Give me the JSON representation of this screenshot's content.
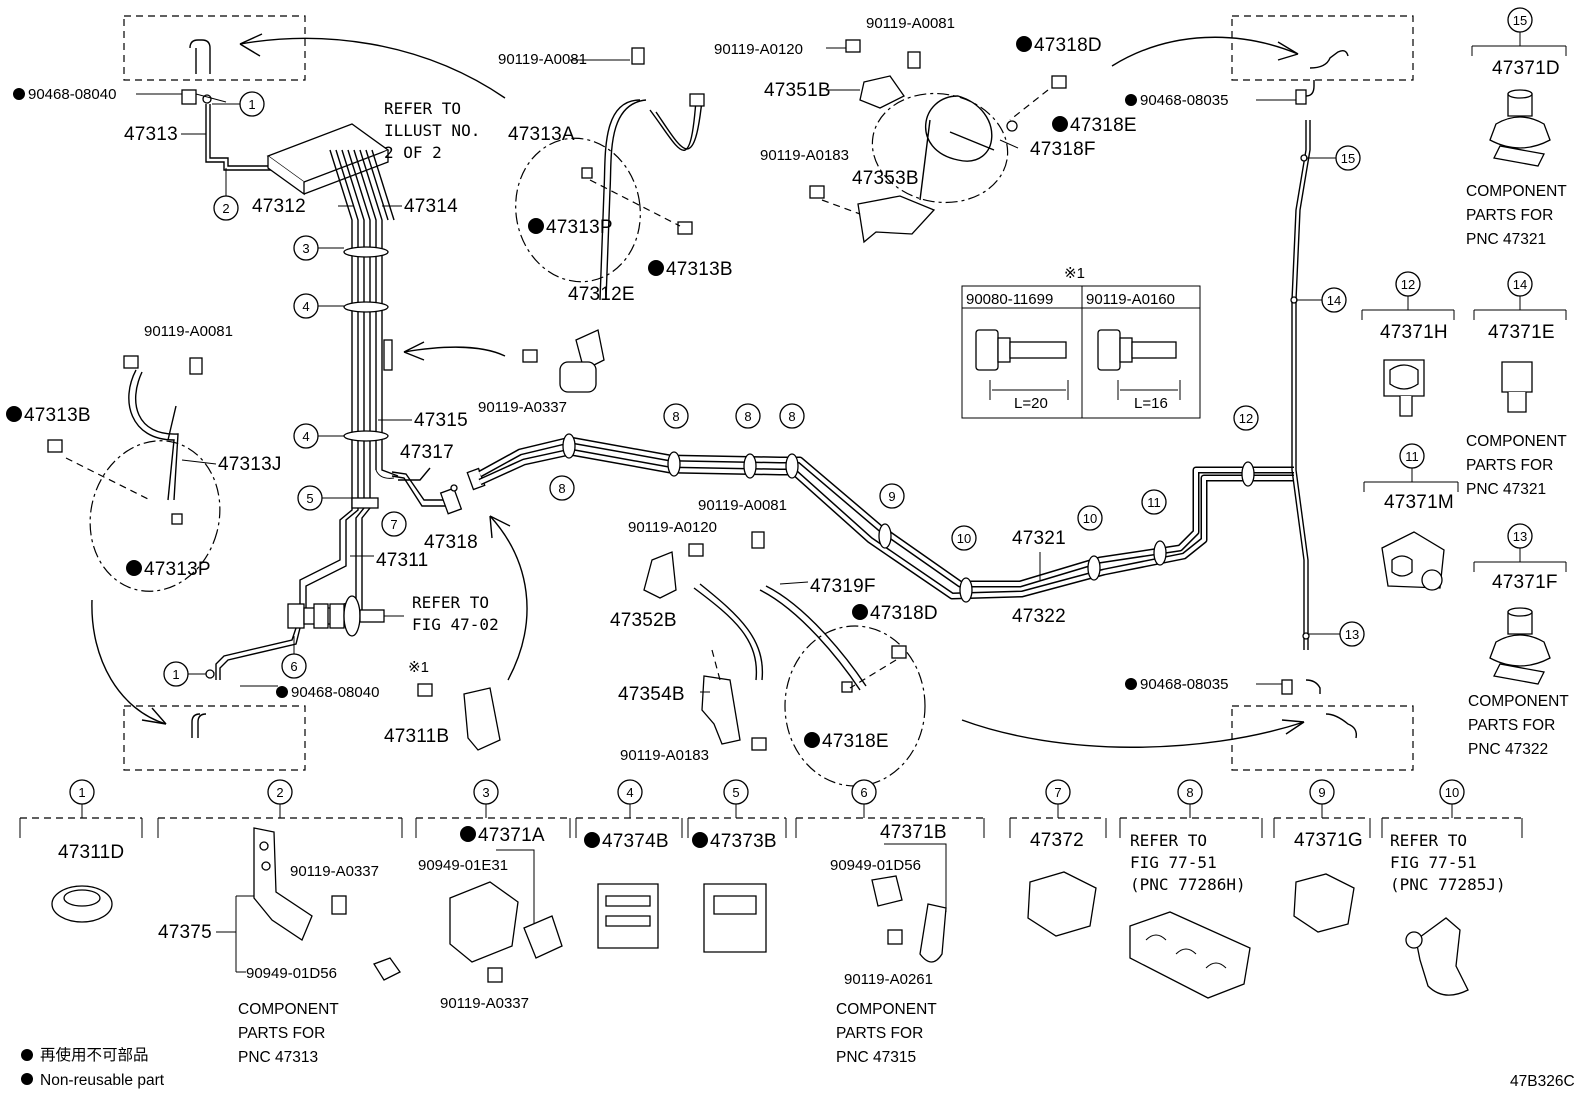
{
  "bullet_labels": {
    "p90468_08040_top": "90468-08040",
    "p90468_08040_bot": "90468-08040",
    "p90468_08035_top": "90468-08035",
    "p90468_08035_bot": "90468-08035",
    "p47318D_top": "47318D",
    "p47318E_top": "47318E",
    "p47313P_top": "47313P",
    "p47313B_top": "47313B",
    "p47313B_left": "47313B",
    "p47313P_left": "47313P",
    "p47318D_mid": "47318D",
    "p47318E_mid": "47318E",
    "p47371A": "47371A",
    "p47374B": "47374B",
    "p47373B": "47373B"
  },
  "labels": {
    "p47313": "47313",
    "p47312": "47312",
    "p47314": "47314",
    "p47315": "47315",
    "p47317": "47317",
    "p47318": "47318",
    "p47311": "47311",
    "p47311B": "47311B",
    "p47313A": "47313A",
    "p47312E": "47312E",
    "p47313J": "47313J",
    "p47351B": "47351B",
    "p47353B": "47353B",
    "p47318F": "47318F",
    "p47319F": "47319F",
    "p47352B": "47352B",
    "p47354B": "47354B",
    "p47321": "47321",
    "p47322": "47322",
    "p47371D": "47371D",
    "p47371H": "47371H",
    "p47371E": "47371E",
    "p47371M": "47371M",
    "p47371F": "47371F",
    "p47311D": "47311D",
    "p47375": "47375",
    "p47371B": "47371B",
    "p47372": "47372",
    "p47371G": "47371G"
  },
  "small_labels": {
    "s_a0081_top": "90119-A0081",
    "s_a0081_mid": "90119-A0081",
    "s_a0081_right": "90119-A0081",
    "s_a0081_center": "90119-A0081",
    "s_a0120_top": "90119-A0120",
    "s_a0120_mid": "90119-A0120",
    "s_a0183_top": "90119-A0183",
    "s_a0183_bot": "90119-A0183",
    "s_a0337_mid": "90119-A0337",
    "s_a0337_b2": "90119-A0337",
    "s_a0337_b3": "90119-A0337",
    "s_01e31": "90949-01E31",
    "s_01d56_b2": "90949-01D56",
    "s_01d56_b6": "90949-01D56",
    "s_a0261": "90119-A0261"
  },
  "notes": {
    "refer_illust_1": "REFER TO",
    "refer_illust_2": "ILLUST NO.",
    "refer_illust_3": "2 OF 2",
    "refer_fig4702_1": "REFER TO",
    "refer_fig4702_2": "FIG 47-02",
    "ref_box8_1": "REFER TO",
    "ref_box8_2": "FIG 77-51",
    "ref_box8_3": "(PNC 77286H)",
    "ref_box10_1": "REFER TO",
    "ref_box10_2": "FIG 77-51",
    "ref_box10_3": "(PNC 77285J)"
  },
  "mark_x1": "※1",
  "mark_x1_b": "※1",
  "bolt_table": {
    "col1": "90080-11699",
    "col2": "90119-A0160",
    "len1": "L=20",
    "len2": "L=16"
  },
  "component_notes": {
    "c47321_a1": "COMPONENT",
    "c47321_a2": "PARTS FOR",
    "c47321_a3": "PNC 47321",
    "c47321_b1": "COMPONENT",
    "c47321_b2": "PARTS FOR",
    "c47321_b3": "PNC 47321",
    "c47322_1": "COMPONENT",
    "c47322_2": "PARTS FOR",
    "c47322_3": "PNC 47322",
    "c47313_1": "COMPONENT",
    "c47313_2": "PARTS FOR",
    "c47313_3": "PNC 47313",
    "c47315_1": "COMPONENT",
    "c47315_2": "PARTS FOR",
    "c47315_3": "PNC 47315"
  },
  "callouts": {
    "c1a": "1",
    "c2a": "2",
    "c3a": "3",
    "c4a": "4",
    "c4b": "4",
    "c5a": "5",
    "c6a": "6",
    "c7a": "7",
    "c1b": "1",
    "c8a": "8",
    "c8b": "8",
    "c8c": "8",
    "c8d": "8",
    "c9a": "9",
    "c10a": "10",
    "c10b": "10",
    "c11a": "11",
    "c12a": "12",
    "c15a": "15",
    "c14a": "14",
    "c13a": "13",
    "r15": "15",
    "r12": "12",
    "r14": "14",
    "r11": "11",
    "r13": "13",
    "b1": "1",
    "b2": "2",
    "b3": "3",
    "b4": "4",
    "b5": "5",
    "b6": "6",
    "b7": "7",
    "b8": "8",
    "b9": "9",
    "b10": "10"
  },
  "legend": {
    "jp": "再使用不可部品",
    "en": "Non-reusable part"
  },
  "figure_code": "47B326C"
}
